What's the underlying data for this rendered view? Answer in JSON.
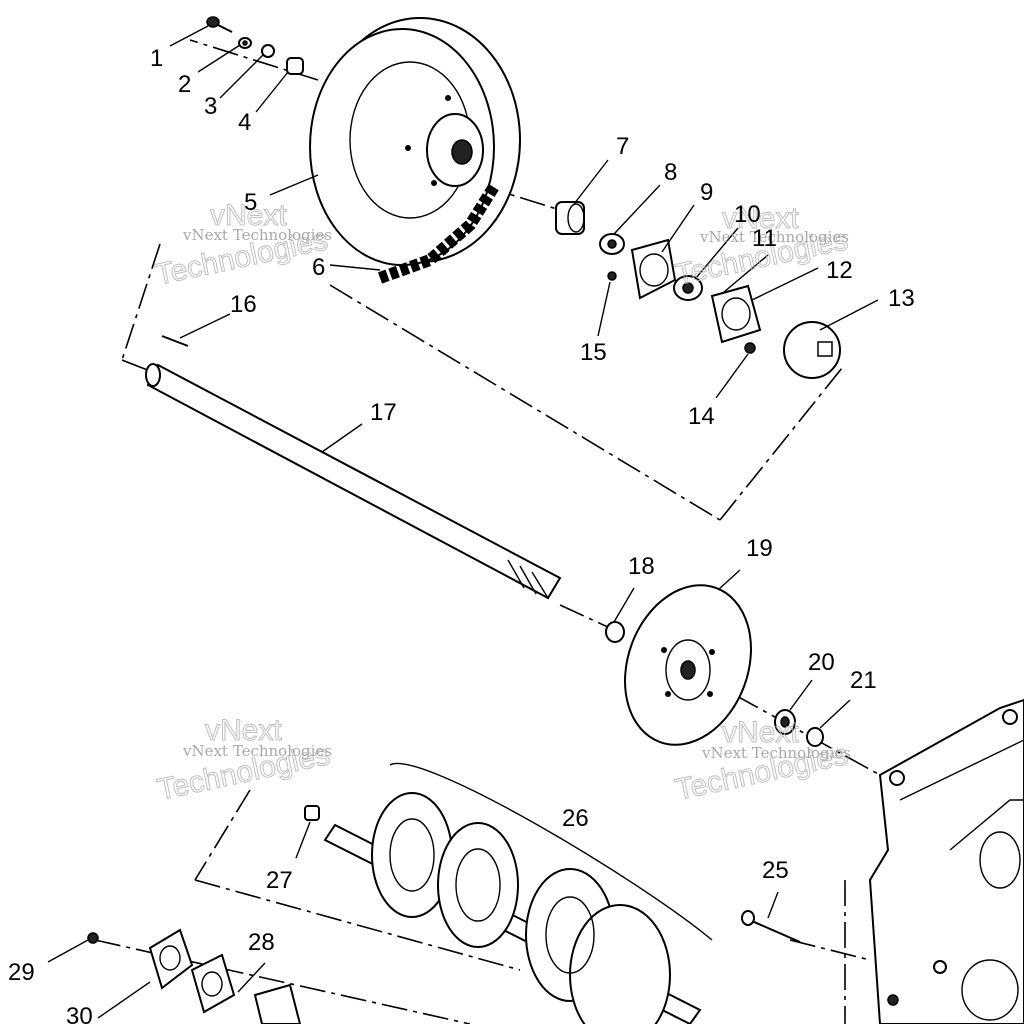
{
  "diagram": {
    "callouts": [
      "1",
      "2",
      "3",
      "4",
      "5",
      "6",
      "7",
      "8",
      "9",
      "10",
      "11",
      "12",
      "13",
      "14",
      "15",
      "16",
      "17",
      "18",
      "19",
      "20",
      "21",
      "25",
      "26",
      "27",
      "28",
      "29",
      "30"
    ],
    "watermark": {
      "company": "vNext Technologies",
      "big_top": "vNext",
      "big_bottom": "Technologies"
    }
  }
}
